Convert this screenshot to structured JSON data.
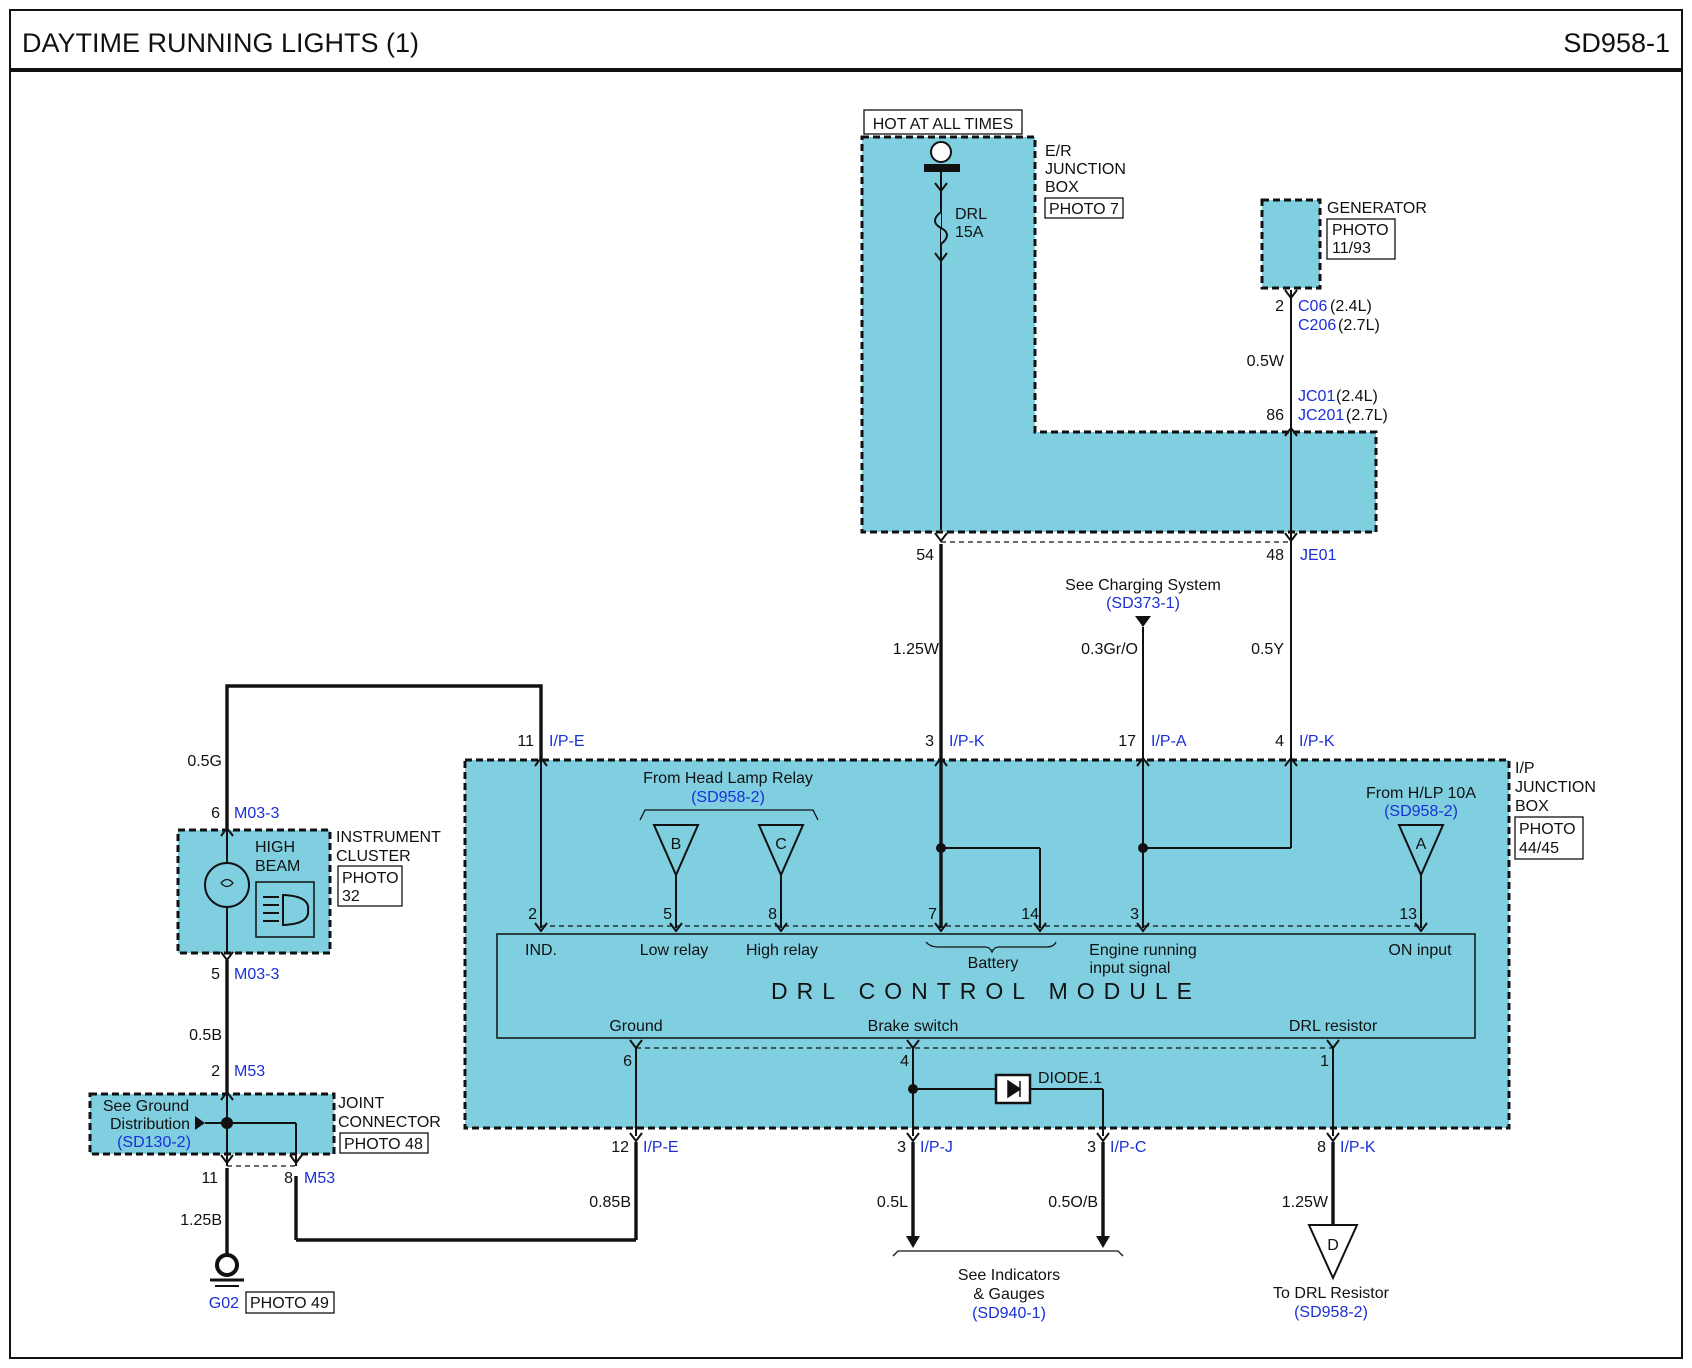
{
  "title": "DAYTIME RUNNING LIGHTS (1)",
  "code": "SD958-1",
  "er_box": {
    "hot": "HOT AT ALL TIMES",
    "name": [
      "E/R",
      "JUNCTION",
      "BOX"
    ],
    "photo": "PHOTO 7",
    "fuse": [
      "DRL",
      "15A"
    ]
  },
  "generator": {
    "name": "GENERATOR",
    "photo": [
      "PHOTO",
      "11/93"
    ],
    "pin": "2",
    "conn1": "C06",
    "conn1_note": "(2.4L)",
    "conn2": "C206",
    "conn2_note": "(2.7L)",
    "wire": "0.5W"
  },
  "jc": {
    "pin": "86",
    "conn1": "JC01",
    "conn1_note": "(2.4L)",
    "conn2": "JC201",
    "conn2_note": "(2.7L)"
  },
  "je": {
    "pin_left": "54",
    "pin_right": "48",
    "conn": "JE01"
  },
  "charging": {
    "text": "See Charging System",
    "ref": "(SD373-1)",
    "wire": "0.3Gr/O"
  },
  "wires": {
    "w125W": "1.25W",
    "w05Y": "0.5Y",
    "w05G": "0.5G",
    "w05B": "0.5B",
    "w125B": "1.25B",
    "w085B": "0.85B",
    "w05L": "0.5L",
    "w05OB": "0.5O/B",
    "w125W_b": "1.25W"
  },
  "ip_top": [
    {
      "pin": "11",
      "conn": "I/P-E"
    },
    {
      "pin": "3",
      "conn": "I/P-K"
    },
    {
      "pin": "17",
      "conn": "I/P-A"
    },
    {
      "pin": "4",
      "conn": "I/P-K"
    }
  ],
  "ip_box": {
    "name": [
      "I/P",
      "JUNCTION",
      "BOX"
    ],
    "photo": [
      "PHOTO",
      "44/45"
    ]
  },
  "head_lamp": {
    "text": "From Head Lamp Relay",
    "ref": "(SD958-2)",
    "b": "B",
    "c": "C"
  },
  "hlp": {
    "text": "From H/LP 10A",
    "ref": "(SD958-2)",
    "a": "A"
  },
  "module": {
    "name": "DRL CONTROL MODULE",
    "top_pins": [
      "2",
      "5",
      "8",
      "7",
      "14",
      "3",
      "13"
    ],
    "ind": "IND.",
    "low": "Low relay",
    "high": "High relay",
    "battery": "Battery",
    "engine": [
      "Engine running",
      "input signal"
    ],
    "on": "ON input",
    "ground": "Ground",
    "brake": "Brake switch",
    "resistor": "DRL resistor",
    "bot_pins": [
      "6",
      "4",
      "1"
    ],
    "diode": "DIODE.1"
  },
  "ip_bottom": [
    {
      "pin": "12",
      "conn": "I/P-E"
    },
    {
      "pin": "3",
      "conn": "I/P-J"
    },
    {
      "pin": "3",
      "conn": "I/P-C"
    },
    {
      "pin": "8",
      "conn": "I/P-K"
    }
  ],
  "cluster": {
    "pin_top": "6",
    "conn_top": "M03-3",
    "high_beam": [
      "HIGH",
      "BEAM"
    ],
    "name": [
      "INSTRUMENT",
      "CLUSTER"
    ],
    "photo": [
      "PHOTO",
      "32"
    ],
    "pin_bot": "5",
    "conn_bot": "M03-3"
  },
  "joint": {
    "pin_top": "2",
    "conn_top": "M53",
    "see": [
      "See Ground",
      "Distribution"
    ],
    "ref": "(SD130-2)",
    "name": [
      "JOINT",
      "CONNECTOR"
    ],
    "photo": "PHOTO 48",
    "pin_a": "11",
    "pin_b": "8",
    "conn_b": "M53"
  },
  "ground": {
    "conn": "G02",
    "photo": "PHOTO 49"
  },
  "indicators": {
    "text": [
      "See Indicators",
      "& Gauges"
    ],
    "ref": "(SD940-1)"
  },
  "resistor_out": {
    "d": "D",
    "text": "To DRL Resistor",
    "ref": "(SD958-2)"
  },
  "colors": {
    "box_fill": "#7fcfe0",
    "ref_blue": "#1a2fd6",
    "line": "#111111"
  }
}
